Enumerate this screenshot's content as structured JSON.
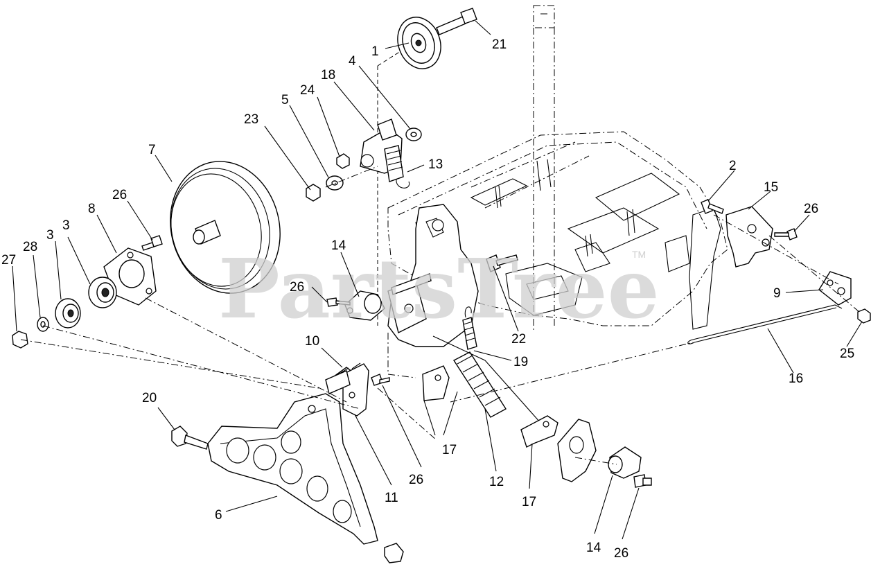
{
  "watermark": {
    "text": "PartsTree",
    "trademark": "TM"
  },
  "callouts": [
    {
      "n": "1"
    },
    {
      "n": "21"
    },
    {
      "n": "4"
    },
    {
      "n": "18"
    },
    {
      "n": "24"
    },
    {
      "n": "5"
    },
    {
      "n": "23"
    },
    {
      "n": "13"
    },
    {
      "n": "7"
    },
    {
      "n": "26"
    },
    {
      "n": "8"
    },
    {
      "n": "3"
    },
    {
      "n": "3"
    },
    {
      "n": "28"
    },
    {
      "n": "27"
    },
    {
      "n": "14"
    },
    {
      "n": "26"
    },
    {
      "n": "22"
    },
    {
      "n": "2"
    },
    {
      "n": "15"
    },
    {
      "n": "26"
    },
    {
      "n": "9"
    },
    {
      "n": "25"
    },
    {
      "n": "16"
    },
    {
      "n": "10"
    },
    {
      "n": "19"
    },
    {
      "n": "20"
    },
    {
      "n": "17"
    },
    {
      "n": "26"
    },
    {
      "n": "11"
    },
    {
      "n": "12"
    },
    {
      "n": "17"
    },
    {
      "n": "6"
    },
    {
      "n": "14"
    },
    {
      "n": "26"
    }
  ]
}
